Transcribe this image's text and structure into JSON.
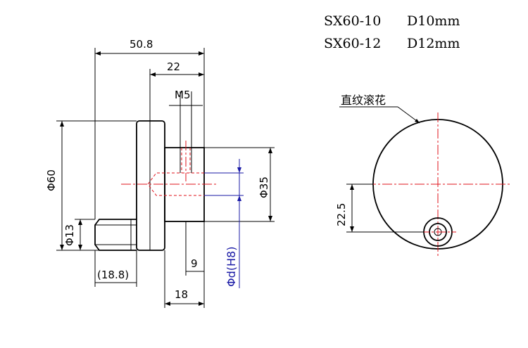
{
  "specs": [
    {
      "model": "SX60-10",
      "bore": "D10mm"
    },
    {
      "model": "SX60-12",
      "bore": "D12mm"
    }
  ],
  "dimensions": {
    "overall_length": "50.8",
    "hub_length": "22",
    "thread": "M5",
    "diameter_outer": "Φ60",
    "diameter_hub": "Φ35",
    "diameter_handle": "Φ13",
    "handle_length": "(18.8)",
    "bore": "Φd(H8)",
    "thread_offset": "9",
    "hub_width": "18",
    "handle_radius": "22.5"
  },
  "annotation": {
    "knurl": "直纹滚花"
  }
}
